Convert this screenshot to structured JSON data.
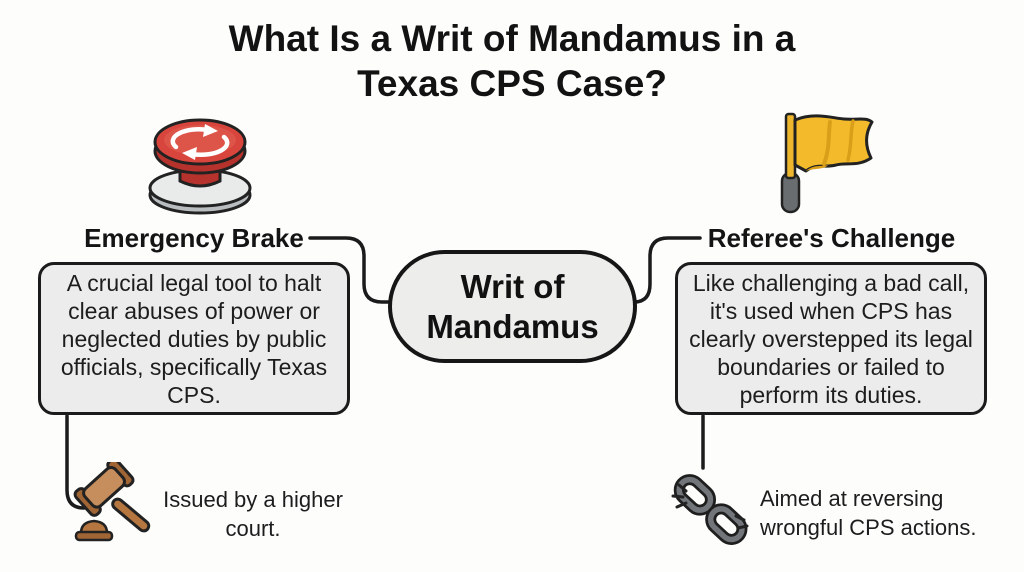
{
  "title": {
    "lines": [
      "What Is a Writ of Mandamus in a",
      "Texas CPS Case?"
    ]
  },
  "center_node": {
    "label_lines": [
      "Writ of",
      "Mandamus"
    ]
  },
  "left_branch": {
    "icon": "emergency-stop-button",
    "heading": "Emergency Brake",
    "description_lines": [
      "A crucial legal tool to halt",
      "clear abuses of power or",
      "neglected duties by public",
      "officials, specifically Texas",
      "CPS."
    ],
    "footnote": {
      "icon": "gavel",
      "lines": [
        "Issued by a higher",
        "court."
      ]
    }
  },
  "right_branch": {
    "icon": "referee-challenge-flag",
    "heading": "Referee's Challenge",
    "description_lines": [
      "Like challenging a bad call,",
      "it's used when CPS has",
      "clearly overstepped its legal",
      "boundaries or failed to",
      "perform its duties."
    ],
    "footnote": {
      "icon": "broken-chain",
      "lines": [
        "Aimed at reversing",
        "wrongful CPS actions."
      ]
    }
  },
  "colors": {
    "background": "#fdfdfc",
    "panel_fill": "#ececec",
    "outline": "#1b1b1b",
    "text": "#161616",
    "button_red": "#d8453c",
    "button_red_dark": "#b5332c",
    "button_base_gray": "#e9ebeb",
    "flag_yellow": "#f3bb2b",
    "flag_shadow": "#d99f18",
    "handle_gray": "#6a6d70",
    "gavel_wood_light": "#c68e5d",
    "gavel_wood_mid": "#b5773f",
    "gavel_wood_dark": "#a06535",
    "chain_gray": "#72767a"
  }
}
